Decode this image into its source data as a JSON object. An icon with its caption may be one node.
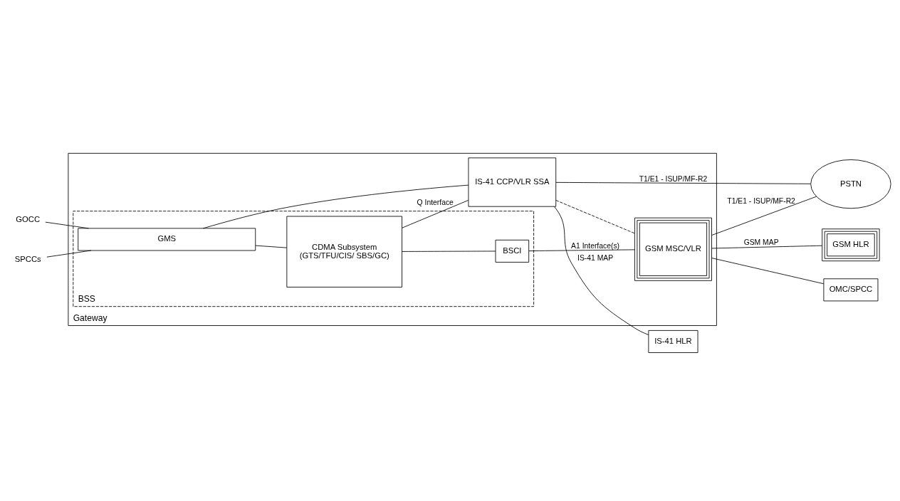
{
  "diagram": {
    "nodes": [
      {
        "text": [
          "GOCC"
        ]
      },
      {
        "text": [
          "SPCCs"
        ]
      },
      {
        "text": [
          "Gateway"
        ]
      },
      {
        "text": [
          "BSS"
        ],
        "in": 2
      },
      {
        "text": [
          "GMS"
        ],
        "in": 3
      },
      {
        "text": [
          "CDMA Subsystem",
          "(GTS/TFU/CIS/ SBS/GC)"
        ],
        "in": 3
      },
      {
        "text": [
          "BSCI"
        ],
        "in": 3
      },
      {
        "text": [
          "IS-41 CCP/VLR SSA"
        ],
        "in": 2
      },
      {
        "text": [
          "IS-41 HLR"
        ]
      },
      {
        "text": [
          "PSTN"
        ]
      },
      {
        "text": [
          "GSM MSC/VLR"
        ],
        "in": 2
      },
      {
        "text": [
          "GSM HLR"
        ]
      },
      {
        "text": [
          "OMC/SPCC"
        ]
      }
    ],
    "edges": [
      {
        "from": 0,
        "to": 4,
        "arrow": "none"
      },
      {
        "from": 1,
        "to": 4,
        "arrow": "none"
      },
      {
        "from": 4,
        "to": 5,
        "arrow": "none"
      },
      {
        "from": 4,
        "to": 7,
        "arrow": "none"
      },
      {
        "from": 5,
        "to": 7,
        "arrow": "none",
        "label": "Q Interface"
      },
      {
        "from": 5,
        "to": 6,
        "arrow": "none"
      },
      {
        "from": 6,
        "to": 10,
        "arrow": "none",
        "label": "A1 Interface(s)"
      },
      {
        "from": 7,
        "to": 8,
        "arrow": "none",
        "label": "IS-41 MAP"
      },
      {
        "from": 7,
        "to": 9,
        "arrow": "none",
        "label": "T1/E1 - ISUP/MF-R2"
      },
      {
        "from": 7,
        "to": 10,
        "arrow": "none",
        "style": "dashed"
      },
      {
        "from": 10,
        "to": 9,
        "arrow": "none",
        "label": "T1/E1 - ISUP/MF-R2"
      },
      {
        "from": 10,
        "to": 11,
        "arrow": "none",
        "label": "GSM MAP"
      },
      {
        "from": 10,
        "to": 12,
        "arrow": "none"
      }
    ]
  }
}
